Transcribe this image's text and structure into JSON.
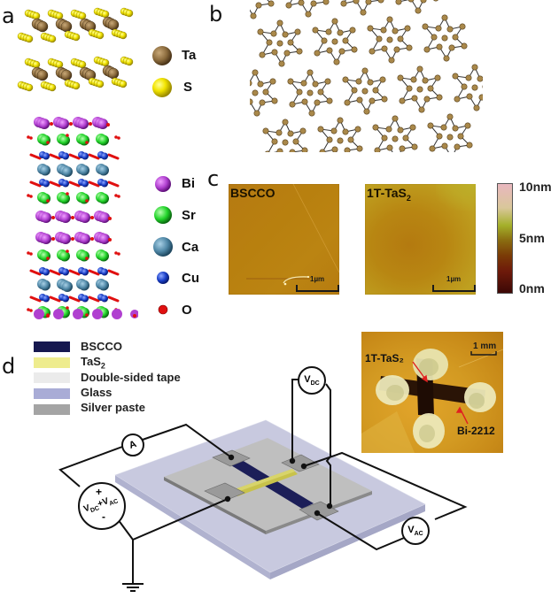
{
  "figure": {
    "panels": {
      "a": {
        "letter": "a",
        "legend_top": [
          {
            "element": "Ta",
            "color": "#8b6b3d"
          },
          {
            "element": "S",
            "color": "#f0e000"
          }
        ],
        "legend_bottom": [
          {
            "element": "Bi",
            "color": "#b040d0"
          },
          {
            "element": "Sr",
            "color": "#22d42a"
          },
          {
            "element": "Ca",
            "color": "#4f87a6"
          },
          {
            "element": "Cu",
            "color": "#1a3fc8"
          },
          {
            "element": "O",
            "color": "#e01010"
          }
        ]
      },
      "b": {
        "letter": "b",
        "description": "Star-of-David CDW cluster lattice of Ta atoms",
        "atom_color": "#a9884a"
      },
      "c": {
        "letter": "c",
        "images": [
          {
            "title": "BSCCO",
            "scale_bar": "1µm"
          },
          {
            "title_main": "1T-TaS",
            "title_sub": "2",
            "scale_bar": "1µm"
          }
        ],
        "colorbar": {
          "max_label": "10nm",
          "mid_label": "5nm",
          "min_label": "0nm"
        }
      },
      "d": {
        "letter": "d",
        "legend": [
          {
            "label": "BSCCO",
            "color": "#16184f"
          },
          {
            "label_main": "TaS",
            "label_sub": "2",
            "color": "#eeec8e"
          },
          {
            "label": "Double-sided tape",
            "color": "#ebebeb"
          },
          {
            "label": "Glass",
            "color": "#a9acd6"
          },
          {
            "label": "Silver paste",
            "color": "#a4a4a4"
          }
        ],
        "circuit": {
          "ammeter": "A",
          "source_plus": "+",
          "source_minus": "-",
          "source_label": "V",
          "source_sub1": "DC",
          "source_plus_sign": "+V",
          "source_sub2": "AC",
          "vdc_label": "V",
          "vdc_sub": "DC",
          "vac_label": "V",
          "vac_sub": "AC"
        },
        "photo": {
          "scale_bar": "1 mm",
          "label_tas2": "1T-TaS₂",
          "label_bi2212": "Bi-2212"
        }
      }
    }
  }
}
